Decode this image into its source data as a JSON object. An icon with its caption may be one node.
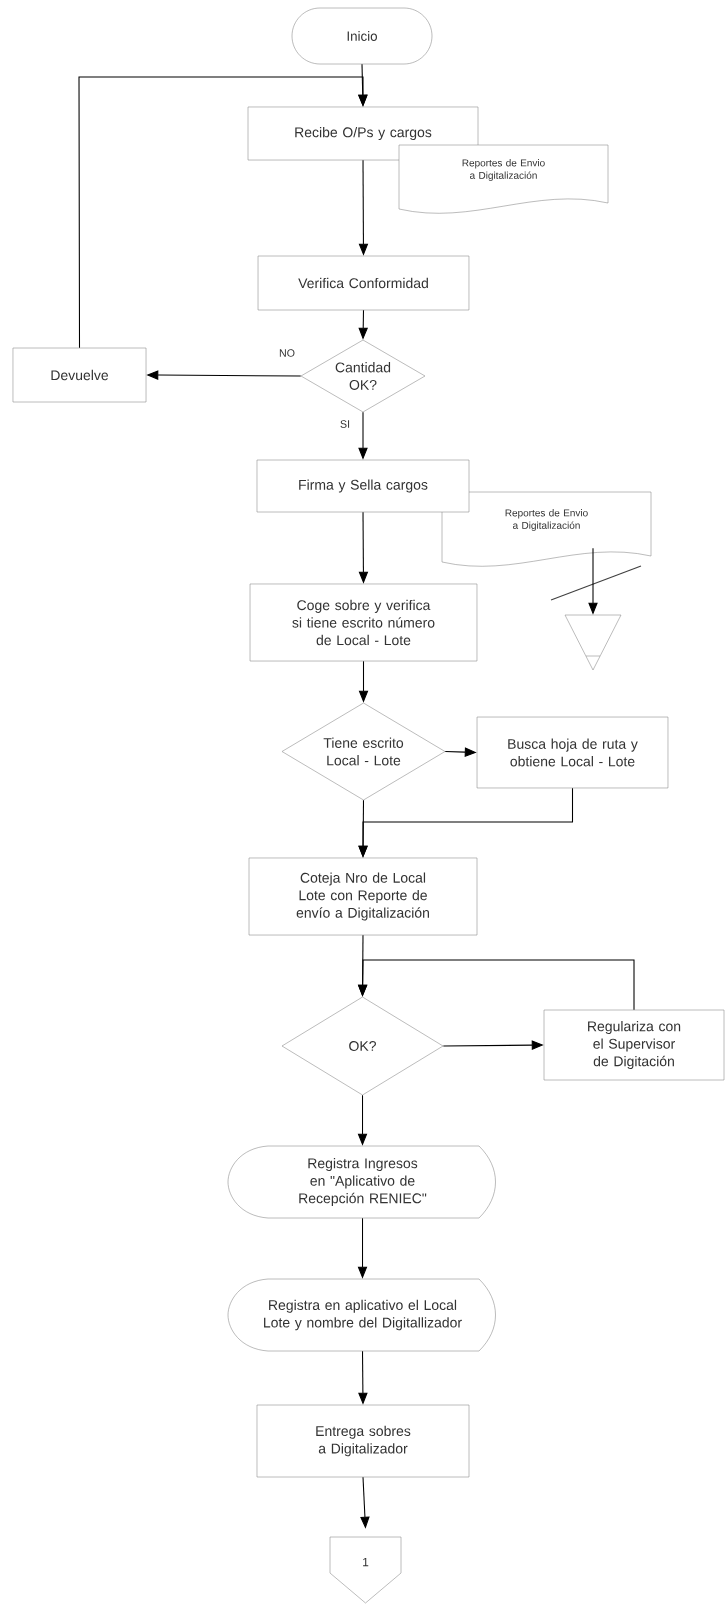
{
  "diagram": {
    "nodes": [
      {
        "text": [
          "Inicio"
        ]
      },
      {
        "text": [
          "Recibe O/Ps y cargos"
        ]
      },
      {
        "text": [
          "Reportes de Envio a Digitalización"
        ]
      },
      {
        "text": [
          "Verifica Conformidad"
        ]
      },
      {
        "text": [
          "Cantidad OK?"
        ]
      },
      {
        "text": [
          "Devuelve"
        ]
      },
      {
        "text": [
          "Firma y Sella cargos"
        ]
      },
      {
        "text": [
          "Reportes de Envio a Digitalización"
        ]
      },
      {
        "text": [],
        "shape": "triangle"
      },
      {
        "text": [
          "Coge sobre y verifica si tiene escrito número de Local - Lote"
        ]
      },
      {
        "text": [
          "Tiene escrito Local - Lote"
        ]
      },
      {
        "text": [
          "Busca hoja de ruta y obtiene Local - Lote"
        ]
      },
      {
        "text": [
          "Coteja Nro de Local Lote con Reporte de envío a Digitalización"
        ]
      },
      {
        "text": [
          "OK?"
        ]
      },
      {
        "text": [
          "Regulariza con el Supervisor de Digitación"
        ]
      },
      {
        "text": [
          "Registra Ingresos en \"Aplicativo de Recepción RENIEC\""
        ]
      },
      {
        "text": [
          "Registra en aplicativo el Local Lote y nombre del Digitallizador"
        ]
      },
      {
        "text": [
          "Entrega sobres a Digitalizador"
        ]
      },
      {
        "text": [
          "1"
        ]
      }
    ],
    "edges": [
      {
        "from": 0,
        "to": 1,
        "arrow": "to"
      },
      {
        "from": 1,
        "to": 3,
        "arrow": "to"
      },
      {
        "from": 3,
        "to": 4,
        "arrow": "to"
      },
      {
        "from": 4,
        "to": 5,
        "arrow": "to",
        "label": "NO"
      },
      {
        "from": 5,
        "to": 1,
        "arrow": "to"
      },
      {
        "from": 4,
        "to": 6,
        "arrow": "to",
        "label": "SI"
      },
      {
        "from": 6,
        "to": 9,
        "arrow": "to"
      },
      {
        "from": 7,
        "to": 8,
        "arrow": "to"
      },
      {
        "from": 9,
        "to": 10,
        "arrow": "to"
      },
      {
        "from": 10,
        "to": 11,
        "arrow": "to"
      },
      {
        "from": 10,
        "to": 12,
        "arrow": "to"
      },
      {
        "from": 11,
        "to": 12,
        "arrow": "to"
      },
      {
        "from": 12,
        "to": 13,
        "arrow": "to"
      },
      {
        "from": 13,
        "to": 14,
        "arrow": "to"
      },
      {
        "from": 14,
        "to": 13,
        "arrow": "to"
      },
      {
        "from": 13,
        "to": 15,
        "arrow": "to"
      },
      {
        "from": 15,
        "to": 16,
        "arrow": "to"
      },
      {
        "from": 16,
        "to": 17,
        "arrow": "to"
      },
      {
        "from": 17,
        "to": 18,
        "arrow": "to"
      }
    ]
  }
}
